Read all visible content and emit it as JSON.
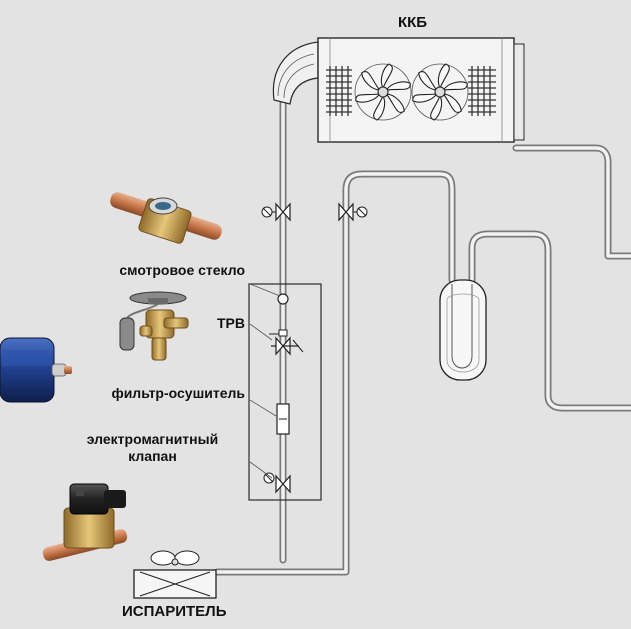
{
  "labels": {
    "condenser": "ККБ",
    "sight_glass": "смотровое стекло",
    "txv": "ТРВ",
    "filter_drier": "фильтр-осушитель",
    "solenoid_line1": "электромагнитный",
    "solenoid_line2": "клапан",
    "evaporator": "ИСПАРИТЕЛЬ"
  },
  "colors": {
    "background": "#e3e3e3",
    "pipe": "#7a7a7a",
    "pipe_light": "#f2f2f2",
    "line": "#2a2a2a",
    "copper": "#c8774a",
    "brass": "#c9a24a",
    "drier_blue": "#1f3f8c"
  }
}
